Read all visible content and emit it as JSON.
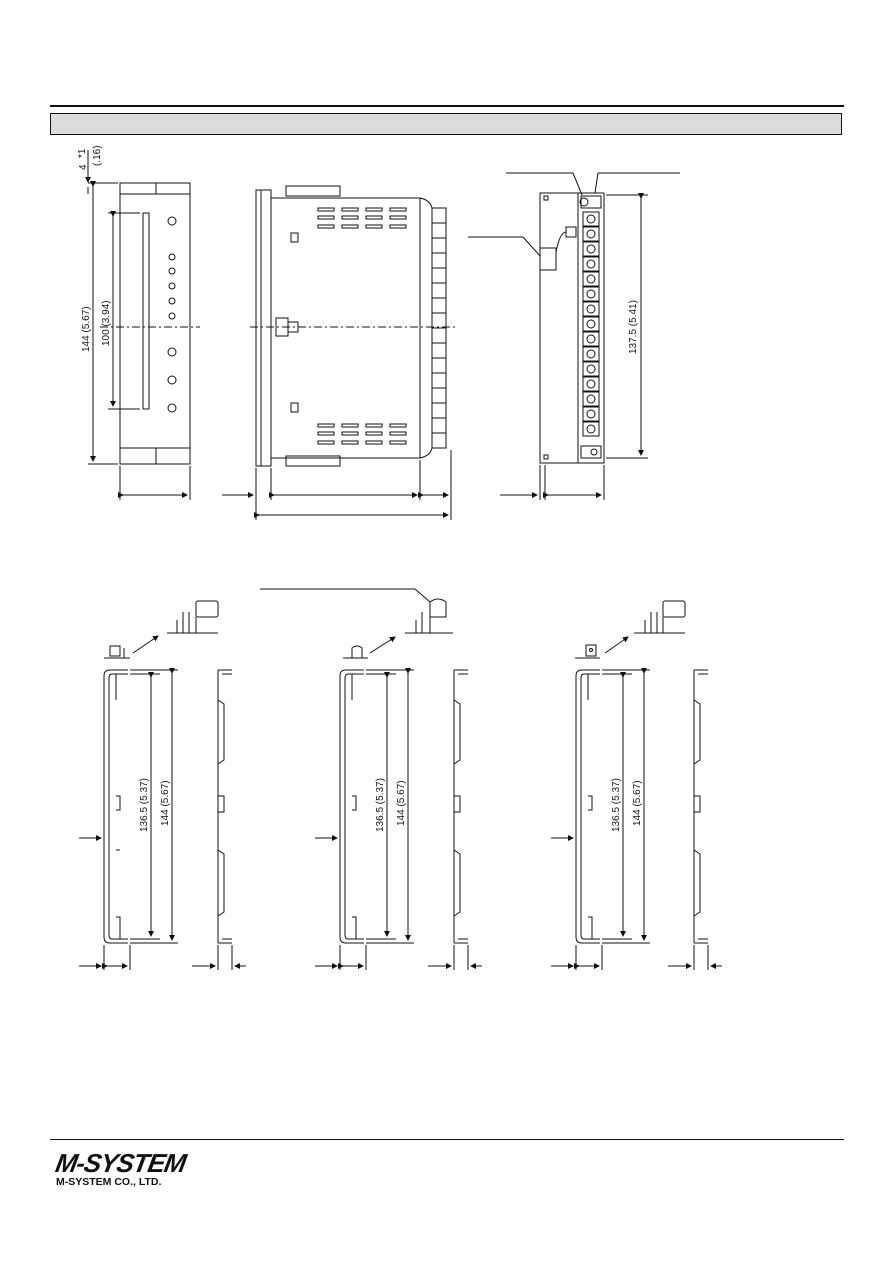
{
  "dims": {
    "front_gap": "4",
    "front_gap_note": "*1",
    "front_gap_inch": "(.16)",
    "height_144": "144 (5.67)",
    "height_100": "100 (3.94)",
    "height_1375": "137.5 (5.41)",
    "panel_1365": "136.5 (5.37)",
    "panel_144": "144 (5.67)"
  },
  "footer": {
    "logo": "M-SYSTEM",
    "company": "M-SYSTEM CO., LTD."
  }
}
